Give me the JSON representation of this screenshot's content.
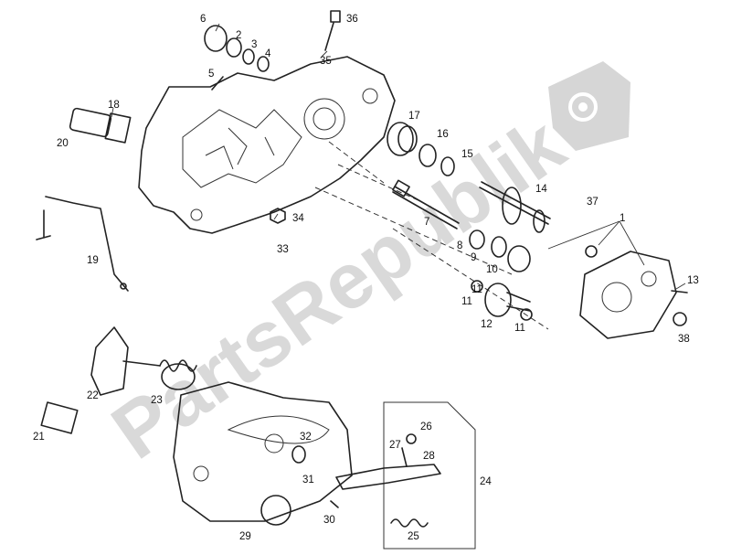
{
  "watermark": {
    "text": "PartsRepublik",
    "logo": "gear-flag-icon"
  },
  "callouts": [
    "1",
    "2",
    "3",
    "4",
    "5",
    "6",
    "7",
    "8",
    "9",
    "10",
    "11",
    "11",
    "11",
    "12",
    "13",
    "14",
    "15",
    "16",
    "17",
    "18",
    "19",
    "20",
    "21",
    "22",
    "23",
    "24",
    "25",
    "26",
    "27",
    "28",
    "29",
    "30",
    "31",
    "32",
    "33",
    "34",
    "35",
    "36",
    "37",
    "38"
  ]
}
